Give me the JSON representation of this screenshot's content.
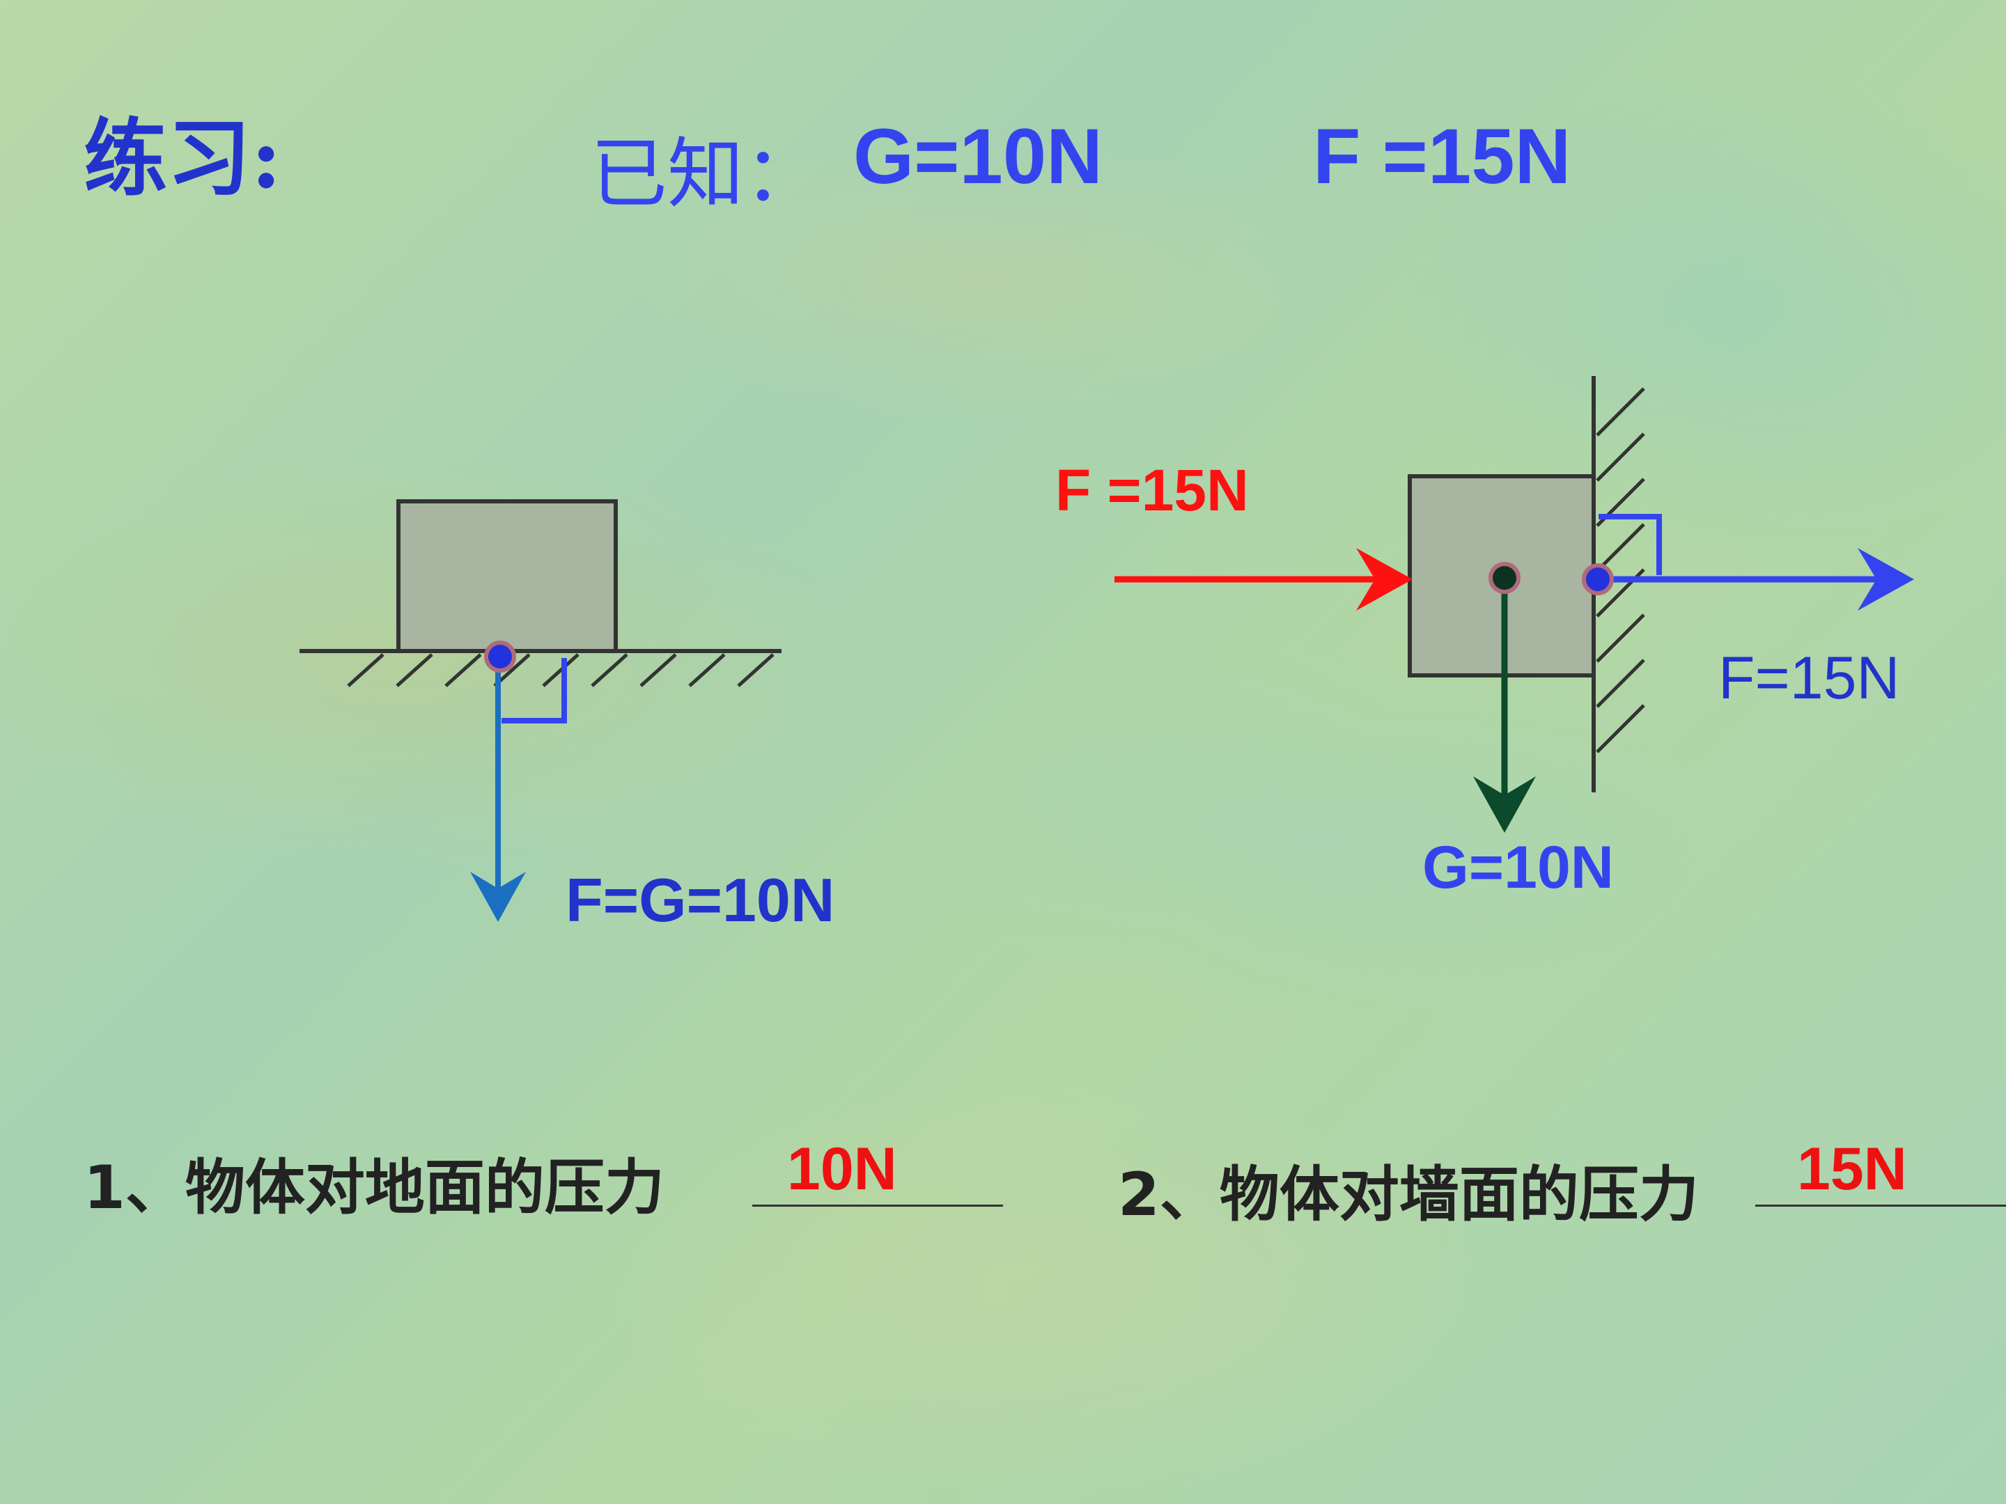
{
  "title": "练习:",
  "given": {
    "label": "已知：",
    "g_value": "G=10N",
    "f_value": "F =15N"
  },
  "diagram1": {
    "force_label": "F=G=10N"
  },
  "diagram2": {
    "applied_force_label": "F =15N",
    "wall_force_label": "F=15N",
    "gravity_label": "G=10N"
  },
  "questions": [
    {
      "text": "1、物体对地面的压力",
      "answer": "10N"
    },
    {
      "text": "2、物体对墙面的压力",
      "answer": "15N"
    }
  ],
  "colors": {
    "title": "#2233cc",
    "force_blue": "#3344ee",
    "arrow_red": "#ff1111",
    "arrow_green": "#0b4a2a",
    "arrow_steel_blue": "#1a6fc0",
    "block_fill": "#a8b5a0",
    "answer_red": "#ee1111"
  }
}
